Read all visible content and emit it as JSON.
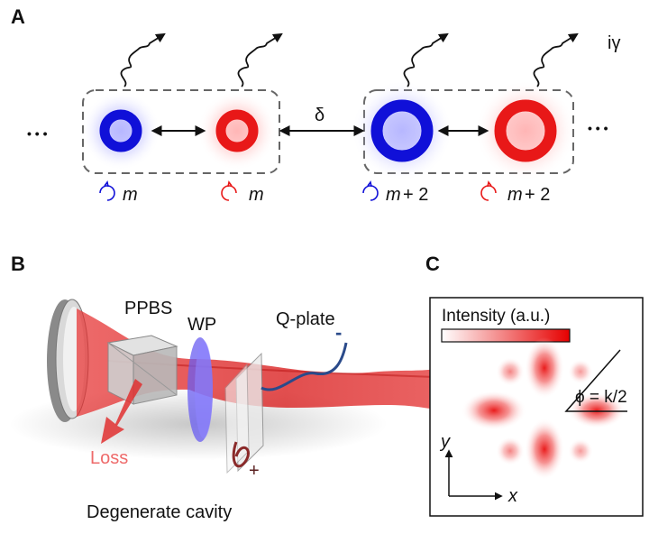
{
  "panel_a": {
    "letter": "A",
    "delta": "δ",
    "i_gamma": "iγ",
    "ellipsis_left": "• • •",
    "ellipsis_right": "• • •",
    "modes": [
      {
        "var": "m",
        "suffix": ""
      },
      {
        "var": "m",
        "suffix": ""
      },
      {
        "var": "m",
        "suffix": " + 2"
      },
      {
        "var": "m",
        "suffix": " + 2"
      }
    ],
    "colors": {
      "blue": "#1010d8",
      "red": "#e81818"
    }
  },
  "panel_b": {
    "letter": "B",
    "ppbs": "PPBS",
    "wp": "WP",
    "qplate": "Q-plate",
    "minus": "-",
    "plus": "+",
    "loss": "Loss",
    "caption": "Degenerate cavity"
  },
  "panel_c": {
    "letter": "C",
    "intensity": "Intensity (a.u.)",
    "phi": "ϕ = k/2",
    "axis_x": "x",
    "axis_y": "y"
  }
}
